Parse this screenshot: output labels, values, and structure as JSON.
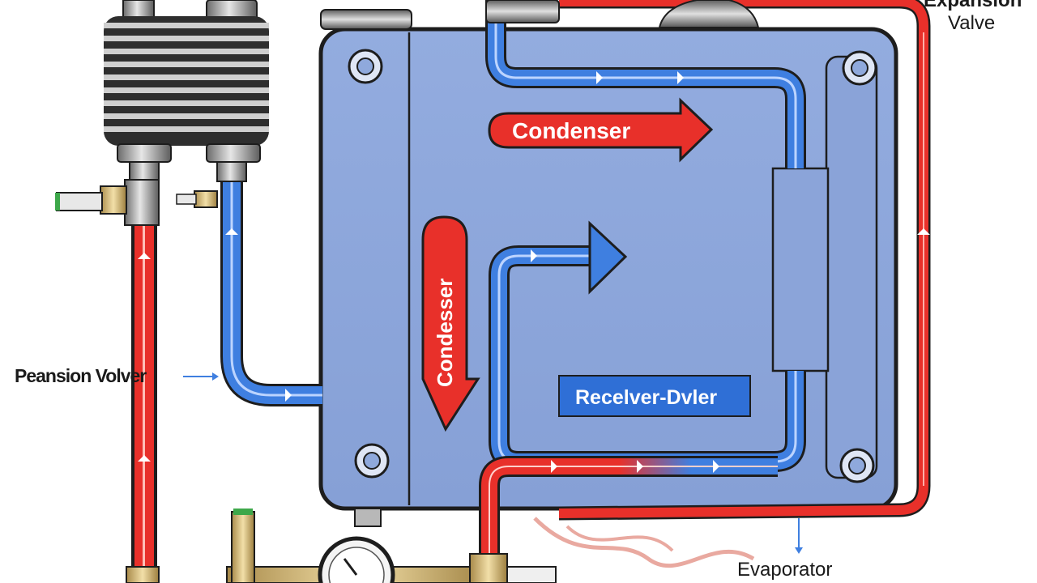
{
  "labels": {
    "top_right_partial": "Expansion",
    "top_right_valve": "Valve",
    "left_valve": "Peansion Volver",
    "condenser_arrow": "Condenser",
    "vertical_arrow": "Condesser",
    "receiver": "Recelver-Dvler",
    "evaporator": "Evaporator"
  },
  "colors": {
    "panel_fill": "#8fa9dc",
    "panel_stroke": "#1d1d1d",
    "hot_line": "#e8302a",
    "cold_line": "#3f7fe0",
    "label_box": "#2f6fd6"
  },
  "icons": [
    "condenser-coil-icon",
    "pressure-gauge-icon",
    "bolt-icon",
    "valve-fitting-icon"
  ]
}
